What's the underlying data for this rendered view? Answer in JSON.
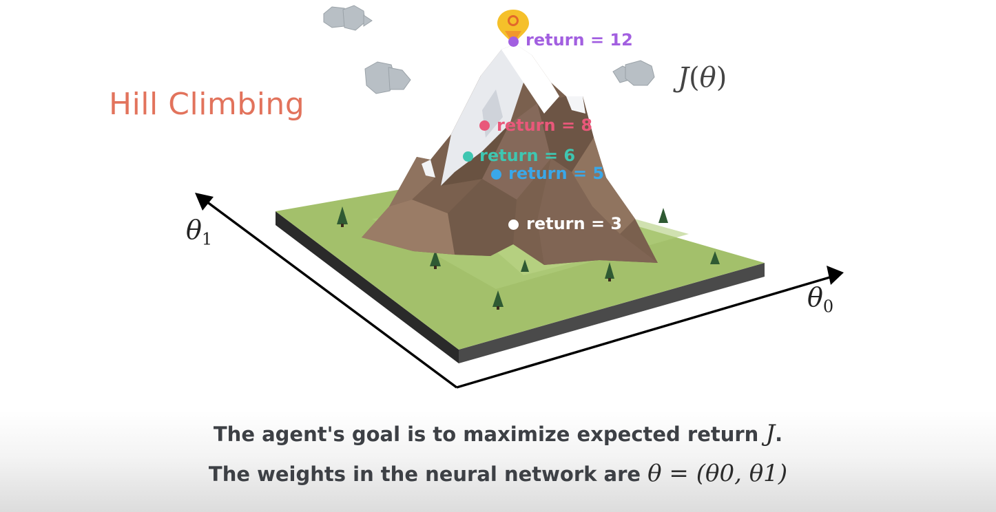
{
  "title": "Hill Climbing",
  "objective_label": {
    "fn": "J",
    "arg": "θ"
  },
  "axes": {
    "theta0": {
      "symbol": "θ",
      "sub": "0"
    },
    "theta1": {
      "symbol": "θ",
      "sub": "1"
    }
  },
  "points": [
    {
      "label": "return = 12",
      "color": "#a25fe0"
    },
    {
      "label": "return = 8",
      "color": "#e9587a"
    },
    {
      "label": "return = 6",
      "color": "#3fc6b1"
    },
    {
      "label": "return = 5",
      "color": "#3aa7e8"
    },
    {
      "label": "return = 3",
      "color": "#ffffff"
    }
  ],
  "marker": {
    "icon": "location-pin-icon",
    "color": "#f5c02a"
  },
  "captions": {
    "line1_text": "The agent's goal is to maximize expected return ",
    "line1_math": "J",
    "line1_end": ".",
    "line2_text": "The weights in the neural network are ",
    "line2_math": "θ = (θ0, θ1)"
  }
}
